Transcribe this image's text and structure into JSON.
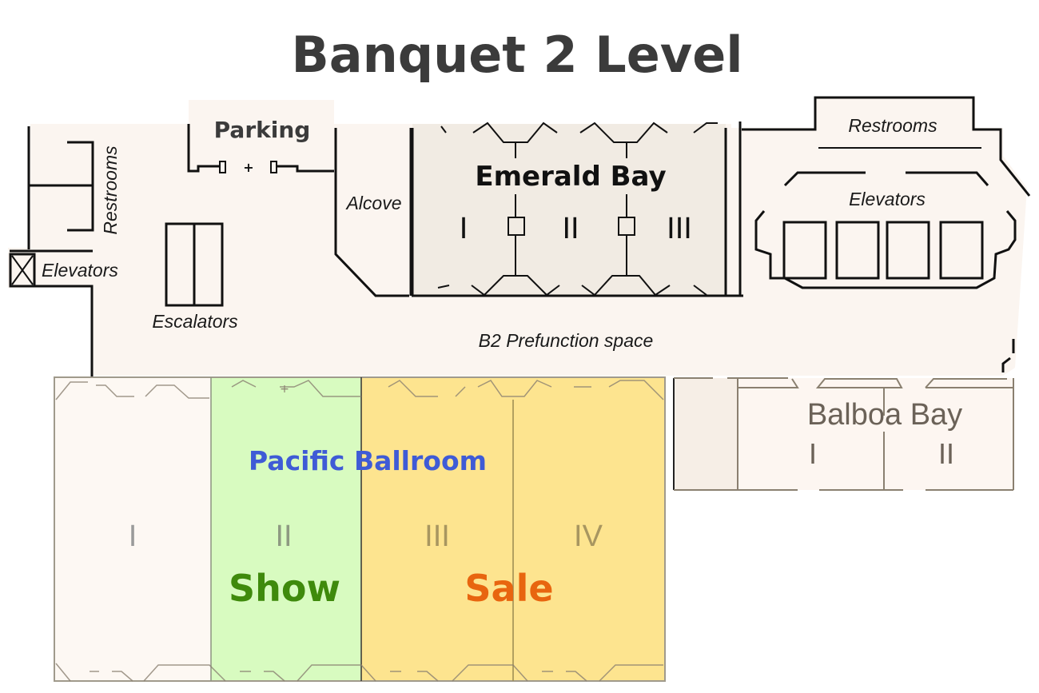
{
  "title": "Banquet 2 Level",
  "colors": {
    "floor": "#fbf5f0",
    "emerald_floor": "#f1ebe3",
    "show": "#d8fbc0",
    "sale": "#fde48f",
    "pacific_label": "#3f5bd6",
    "show_label": "#3f8a0c",
    "sale_label": "#e8650f"
  },
  "areas": {
    "parking": "Parking",
    "restrooms_left": "Restrooms",
    "elevators_left": "Elevators",
    "escalators": "Escalators",
    "alcove": "Alcove",
    "emerald_bay": {
      "name": "Emerald Bay",
      "sections": [
        "I",
        "II",
        "III"
      ]
    },
    "restrooms_right": "Restrooms",
    "elevators_right": "Elevators",
    "prefunction": "B2 Prefunction space",
    "pacific_ballroom": {
      "name": "Pacific Ballroom",
      "sections": [
        "I",
        "II",
        "III",
        "IV"
      ]
    },
    "balboa_bay": {
      "name": "Balboa Bay",
      "sections": [
        "I",
        "II"
      ]
    }
  },
  "events": {
    "show": "Show",
    "sale": "Sale"
  }
}
